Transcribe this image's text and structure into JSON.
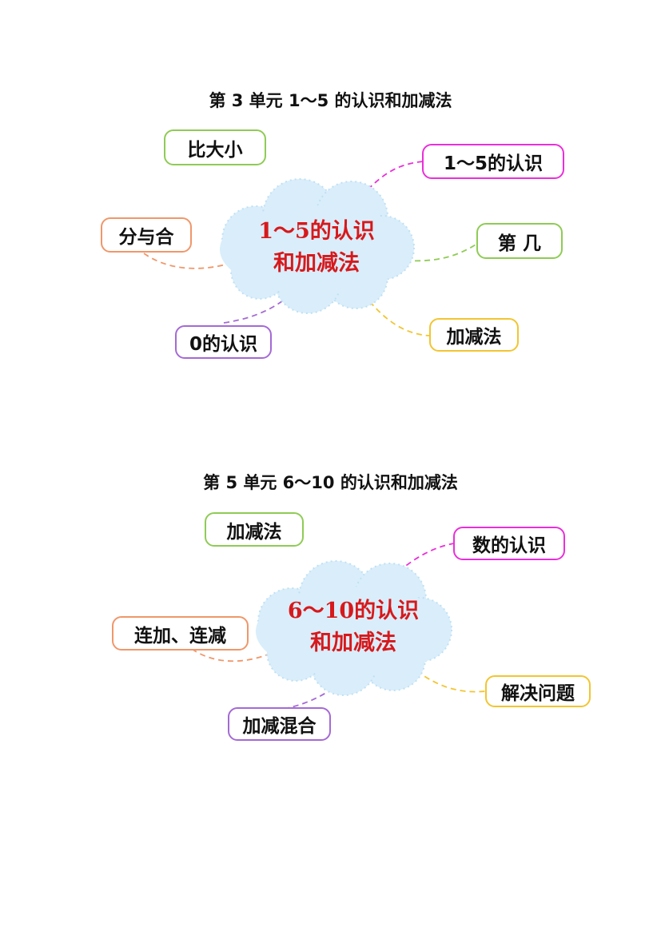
{
  "maps": [
    {
      "title": "第 3 单元  1～5 的认识和加减法",
      "center": {
        "line1": "1～5的认识",
        "line2": "和加减法"
      },
      "nodes": {
        "compare": "比大小",
        "recognize": "1～5的认识",
        "split": "分与合",
        "ordinal": "第  几",
        "zero": "0的认识",
        "addsub": "加减法"
      }
    },
    {
      "title": "第 5 单元  6～10 的认识和加减法",
      "center": {
        "line1": "6～10的认识",
        "line2": "和加减法"
      },
      "nodes": {
        "addsub": "加减法",
        "numbers": "数的认识",
        "consecutive": "连加、连减",
        "problems": "解决问题",
        "mixed": "加减混合"
      }
    }
  ],
  "colors": {
    "green": "#8fcb55",
    "magenta": "#ea2fd9",
    "orange": "#f0976a",
    "purple": "#a46ad5",
    "yellow": "#f2c531",
    "center_text": "#d7191c",
    "cloud_fill": "#d9eefa"
  }
}
